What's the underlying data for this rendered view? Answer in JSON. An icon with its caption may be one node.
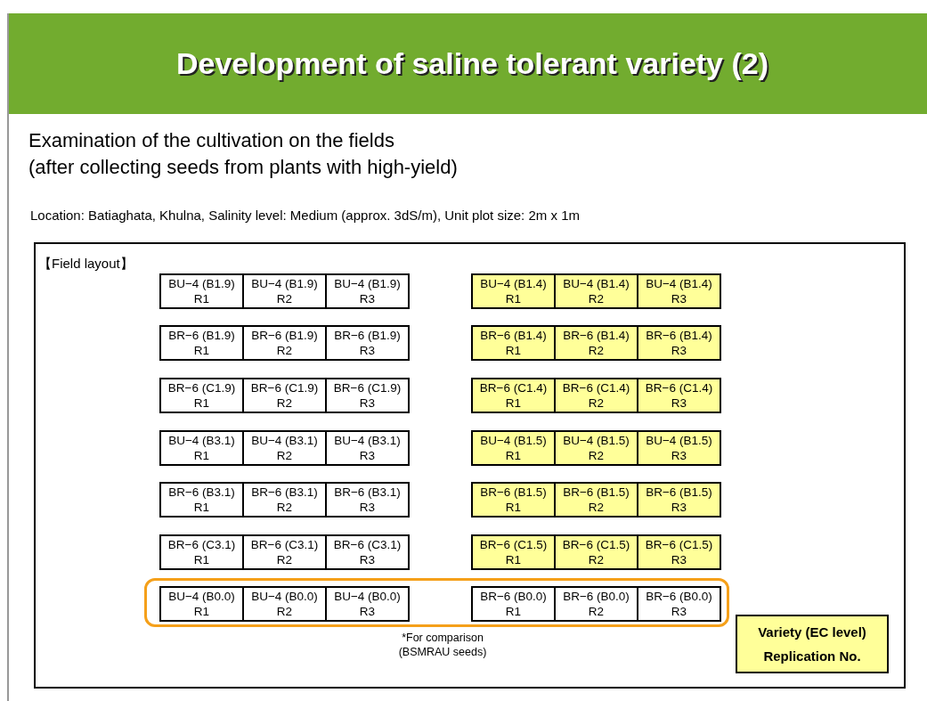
{
  "diagram": {
    "title": "Development of saline tolerant variety (2)",
    "nodes": [
      {
        "text": [
          "【Field layout】"
        ]
      },
      {
        "text": [
          "BU−4 (B1.9)",
          "R1"
        ],
        "in": 0
      },
      {
        "text": [
          "BU−4 (B1.9)",
          "R2"
        ],
        "in": 0
      },
      {
        "text": [
          "BU−4 (B1.9)",
          "R3"
        ],
        "in": 0
      },
      {
        "text": [
          "BU−4 (B1.4)",
          "R1"
        ],
        "in": 0
      },
      {
        "text": [
          "BU−4 (B1.4)",
          "R2"
        ],
        "in": 0
      },
      {
        "text": [
          "BU−4 (B1.4)",
          "R3"
        ],
        "in": 0
      },
      {
        "text": [
          "BR−6 (B1.9)",
          "R1"
        ],
        "in": 0
      },
      {
        "text": [
          "BR−6 (B1.9)",
          "R2"
        ],
        "in": 0
      },
      {
        "text": [
          "BR−6 (B1.9)",
          "R3"
        ],
        "in": 0
      },
      {
        "text": [
          "BR−6 (B1.4)",
          "R1"
        ],
        "in": 0
      },
      {
        "text": [
          "BR−6 (B1.4)",
          "R2"
        ],
        "in": 0
      },
      {
        "text": [
          "BR−6 (B1.4)",
          "R3"
        ],
        "in": 0
      },
      {
        "text": [
          "BR−6 (C1.9)",
          "R1"
        ],
        "in": 0
      },
      {
        "text": [
          "BR−6 (C1.9)",
          "R2"
        ],
        "in": 0
      },
      {
        "text": [
          "BR−6 (C1.9)",
          "R3"
        ],
        "in": 0
      },
      {
        "text": [
          "BR−6 (C1.4)",
          "R1"
        ],
        "in": 0
      },
      {
        "text": [
          "BR−6 (C1.4)",
          "R2"
        ],
        "in": 0
      },
      {
        "text": [
          "BR−6 (C1.4)",
          "R3"
        ],
        "in": 0
      },
      {
        "text": [
          "BU−4 (B3.1)",
          "R1"
        ],
        "in": 0
      },
      {
        "text": [
          "BU−4 (B3.1)",
          "R2"
        ],
        "in": 0
      },
      {
        "text": [
          "BU−4 (B3.1)",
          "R3"
        ],
        "in": 0
      },
      {
        "text": [
          "BU−4 (B1.5)",
          "R1"
        ],
        "in": 0
      },
      {
        "text": [
          "BU−4 (B1.5)",
          "R2"
        ],
        "in": 0
      },
      {
        "text": [
          "BU−4 (B1.5)",
          "R3"
        ],
        "in": 0
      },
      {
        "text": [
          "BR−6 (B3.1)",
          "R1"
        ],
        "in": 0
      },
      {
        "text": [
          "BR−6 (B3.1)",
          "R2"
        ],
        "in": 0
      },
      {
        "text": [
          "BR−6 (B3.1)",
          "R3"
        ],
        "in": 0
      },
      {
        "text": [
          "BR−6 (B1.5)",
          "R1"
        ],
        "in": 0
      },
      {
        "text": [
          "BR−6 (B1.5)",
          "R2"
        ],
        "in": 0
      },
      {
        "text": [
          "BR−6 (B1.5)",
          "R3"
        ],
        "in": 0
      },
      {
        "text": [
          "BR−6 (C3.1)",
          "R1"
        ],
        "in": 0
      },
      {
        "text": [
          "BR−6 (C3.1)",
          "R2"
        ],
        "in": 0
      },
      {
        "text": [
          "BR−6 (C3.1)",
          "R3"
        ],
        "in": 0
      },
      {
        "text": [
          "BR−6 (C1.5)",
          "R1"
        ],
        "in": 0
      },
      {
        "text": [
          "BR−6 (C1.5)",
          "R2"
        ],
        "in": 0
      },
      {
        "text": [
          "BR−6 (C1.5)",
          "R3"
        ],
        "in": 0
      },
      {
        "text": [],
        "shape": "box",
        "in": 0
      },
      {
        "text": [
          "BU−4 (B0.0)",
          "R1"
        ],
        "in": 37
      },
      {
        "text": [
          "BU−4 (B0.0)",
          "R2"
        ],
        "in": 37
      },
      {
        "text": [
          "BU−4 (B0.0)",
          "R3"
        ],
        "in": 37
      },
      {
        "text": [
          "BR−6 (B0.0)",
          "R1"
        ],
        "in": 37
      },
      {
        "text": [
          "BR−6 (B0.0)",
          "R2"
        ],
        "in": 37
      },
      {
        "text": [
          "BR−6 (B0.0)",
          "R3"
        ],
        "in": 37
      },
      {
        "text": [
          "Variety (EC level)",
          "Replication No."
        ],
        "in": 0
      }
    ],
    "labels": [
      "Examination of the cultivation on the fields",
      "(after collecting seeds from plants with high-yield)",
      "Location: Batiaghata, Khulna, Salinity level: Medium (approx. 3dS/m), Unit plot size: 2m x 1m",
      "*For comparison (BSMRAU seeds)"
    ]
  }
}
